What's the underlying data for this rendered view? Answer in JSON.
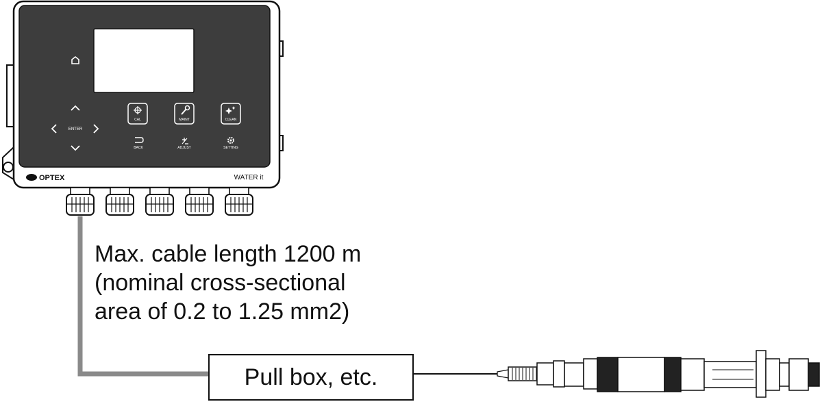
{
  "controller": {
    "brand": "OPTEX",
    "model": "WATER it",
    "keys": {
      "enter": "ENTER",
      "cal": "CAL",
      "maint": "MAINT",
      "clean": "CLEAN",
      "back": "BACK",
      "adjust": "ADJUST",
      "setting": "SETTING"
    },
    "icons": [
      "home-icon",
      "up-icon",
      "down-icon",
      "left-icon",
      "right-icon",
      "crosshair-icon",
      "wrench-icon",
      "sparkle-icon",
      "back-arrow-icon",
      "plus-minus-icon",
      "gear-icon"
    ]
  },
  "annotation": {
    "line1": "Max. cable length 1200 m",
    "line2": "(nominal cross-sectional",
    "line3": "area of 0.2 to 1.25 mm2)"
  },
  "pull_box": {
    "label": "Pull box, etc."
  },
  "colors": {
    "panel": "#3d3d3d",
    "outline": "#111111",
    "cable": "#8a8a8a",
    "screen": "#ffffff"
  }
}
